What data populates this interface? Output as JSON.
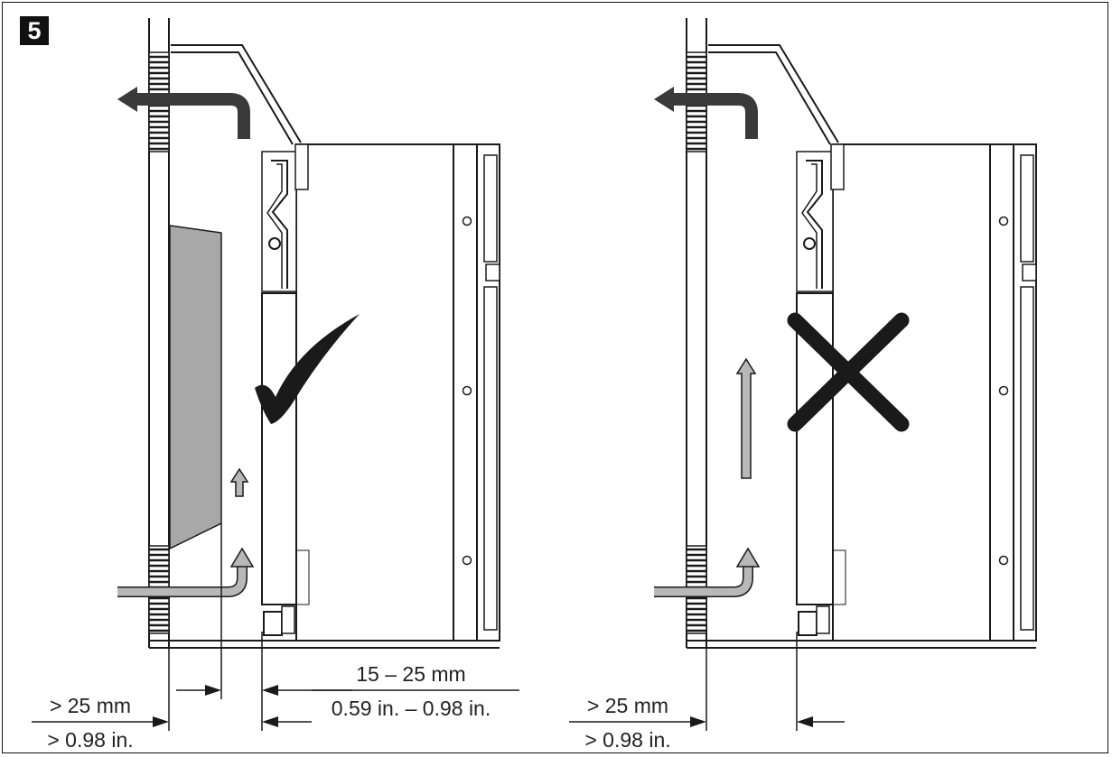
{
  "figure": {
    "number": "5",
    "colors": {
      "ink": "#1a1a1a",
      "panel_gray": "#a8a8a8",
      "arrow_dark": "#3a3a3a",
      "arrow_light": "#b8b8b8"
    },
    "left_panel": {
      "status": "correct",
      "status_icon": "checkmark-icon",
      "gap_label_mm": "> 25 mm",
      "gap_label_in": "> 0.98 in.",
      "spacing_label_mm": "15 – 25 mm",
      "spacing_label_in": "0.59 in. – 0.98 in."
    },
    "right_panel": {
      "status": "incorrect",
      "status_icon": "cross-icon",
      "gap_label_mm": "> 25 mm",
      "gap_label_in": "> 0.98 in."
    }
  }
}
